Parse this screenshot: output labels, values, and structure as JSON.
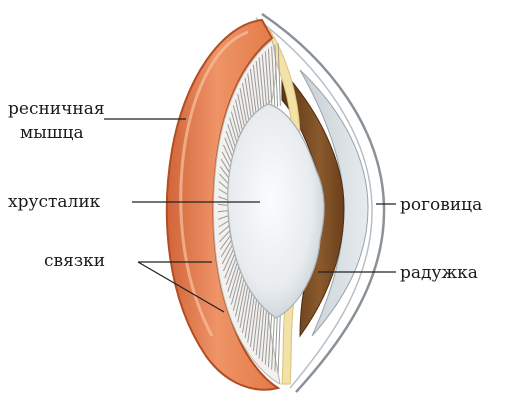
{
  "labels": {
    "ciliary_muscle_line1": "ресничная",
    "ciliary_muscle_line2": "мышца",
    "lens": "хрусталик",
    "ligaments": "связки",
    "cornea": "роговица",
    "iris": "радужка"
  },
  "colors": {
    "muscle": "#e7804e",
    "muscle_dark": "#c85a2c",
    "muscle_light": "#f4b08a",
    "ligament_zone": "#f3f1ee",
    "ligament_line": "#9a9a9a",
    "lens": "#e9edf0",
    "lens_highlight": "#f8fafb",
    "iris": "#7a4a22",
    "iris_dark": "#4e2c12",
    "anterior_chamber": "#d3dbe0",
    "cornea_line": "#8a9298",
    "sclera_yellow": "#f3e2a8",
    "pointer_line": "#222222",
    "text": "#1a1a1a"
  }
}
